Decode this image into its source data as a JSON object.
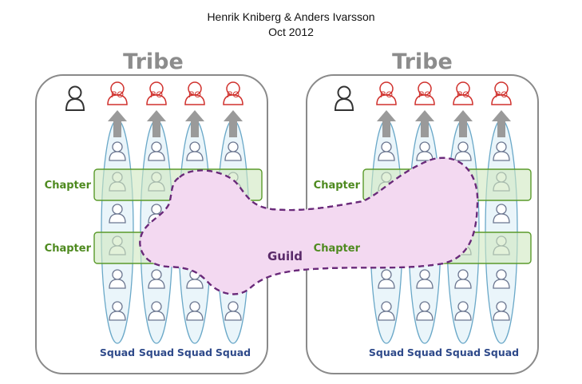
{
  "header": {
    "line1": "Henrik Kniberg & Anders Ivarsson",
    "line2": "Oct 2012"
  },
  "tribes": [
    {
      "title": "Tribe",
      "squads": [
        {
          "po": "PO",
          "label": "Squad"
        },
        {
          "po": "PO",
          "label": "Squad"
        },
        {
          "po": "PO",
          "label": "Squad"
        },
        {
          "po": "PO",
          "label": "Squad"
        }
      ],
      "chapters": [
        "Chapter",
        "Chapter"
      ]
    },
    {
      "title": "Tribe",
      "squads": [
        {
          "po": "PO",
          "label": "Squad"
        },
        {
          "po": "PO",
          "label": "Squad"
        },
        {
          "po": "PO",
          "label": "Squad"
        },
        {
          "po": "PO",
          "label": "Squad"
        }
      ],
      "chapters": [
        "Chapter",
        "Chapter"
      ]
    }
  ],
  "guild": {
    "label": "Guild"
  },
  "colors": {
    "tribe_border": "#8a8a8a",
    "po_red": "#d0312d",
    "squad_ellipse": "#6aa8c8",
    "squad_fill": "#e3f1f8",
    "chapter_border": "#5a9a2a",
    "chapter_fill": "#cfe8bf",
    "guild_fill": "#f3d9f1",
    "guild_border": "#6a2a7a",
    "person": "#6b7690"
  }
}
